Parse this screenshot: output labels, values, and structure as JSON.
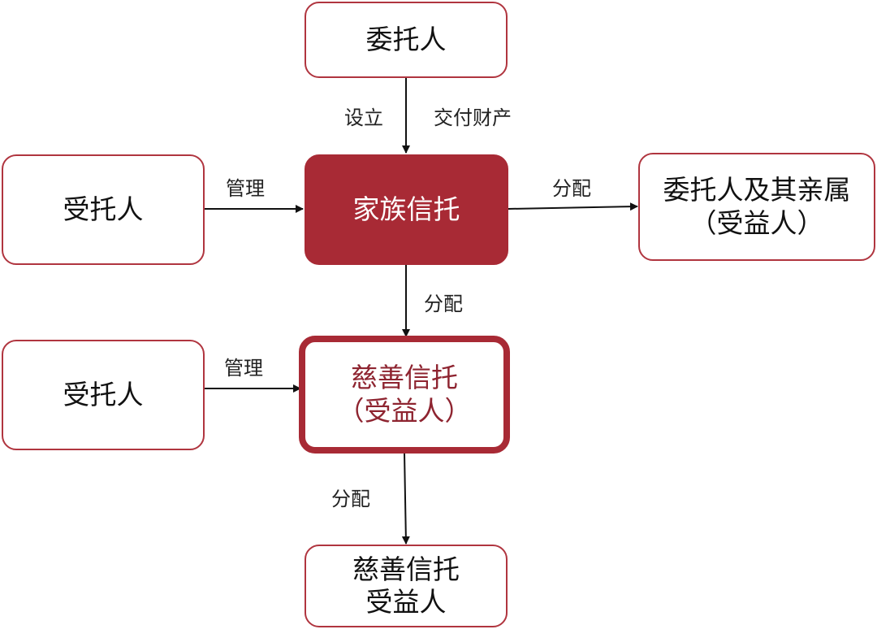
{
  "nodes": {
    "settlor": {
      "text": "委托人"
    },
    "trustee_top": {
      "text": "受托人"
    },
    "family_trust": {
      "text": "家族信托"
    },
    "beneficiary_family": {
      "line1": "委托人及其亲属",
      "line2": "（受益人）"
    },
    "trustee_bottom": {
      "text": "受托人"
    },
    "charity_trust": {
      "line1": "慈善信托",
      "line2": "（受益人）"
    },
    "charity_beneficiary": {
      "line1": "慈善信托",
      "line2": "受益人"
    }
  },
  "edges": {
    "establish": "设立",
    "deliver_property": "交付财产",
    "manage_top": "管理",
    "distribute_right": "分配",
    "distribute_down": "分配",
    "manage_bottom": "管理",
    "distribute_bottom": "分配"
  },
  "colors": {
    "accent": "#a82a35",
    "border": "#b0353f",
    "arrow": "#111111"
  }
}
